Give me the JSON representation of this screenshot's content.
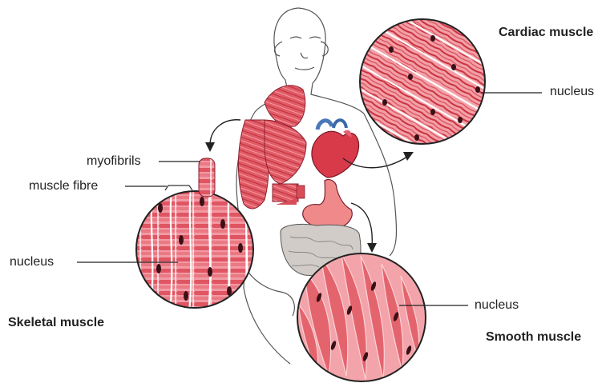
{
  "titles": {
    "cardiac": "Cardiac muscle",
    "skeletal": "Skeletal muscle",
    "smooth": "Smooth muscle"
  },
  "labels": {
    "cardiac_nucleus": "nucleus",
    "skeletal_nucleus": "nucleus",
    "smooth_nucleus": "nucleus",
    "myofibrils": "myofibrils",
    "muscle_fibre": "muscle fibre"
  },
  "colors": {
    "muscle": "#e0505a",
    "muscle_light": "#f4a6ae",
    "muscle_dark": "#b82c38",
    "nucleus": "#3a1016",
    "skin": "#ffffff",
    "stomach": "#f28b8b",
    "intestine": "#c9c4c0",
    "outline": "#333333"
  },
  "icons": [
    "arrow-skeletal-icon",
    "arrow-cardiac-icon",
    "arrow-smooth-icon"
  ]
}
